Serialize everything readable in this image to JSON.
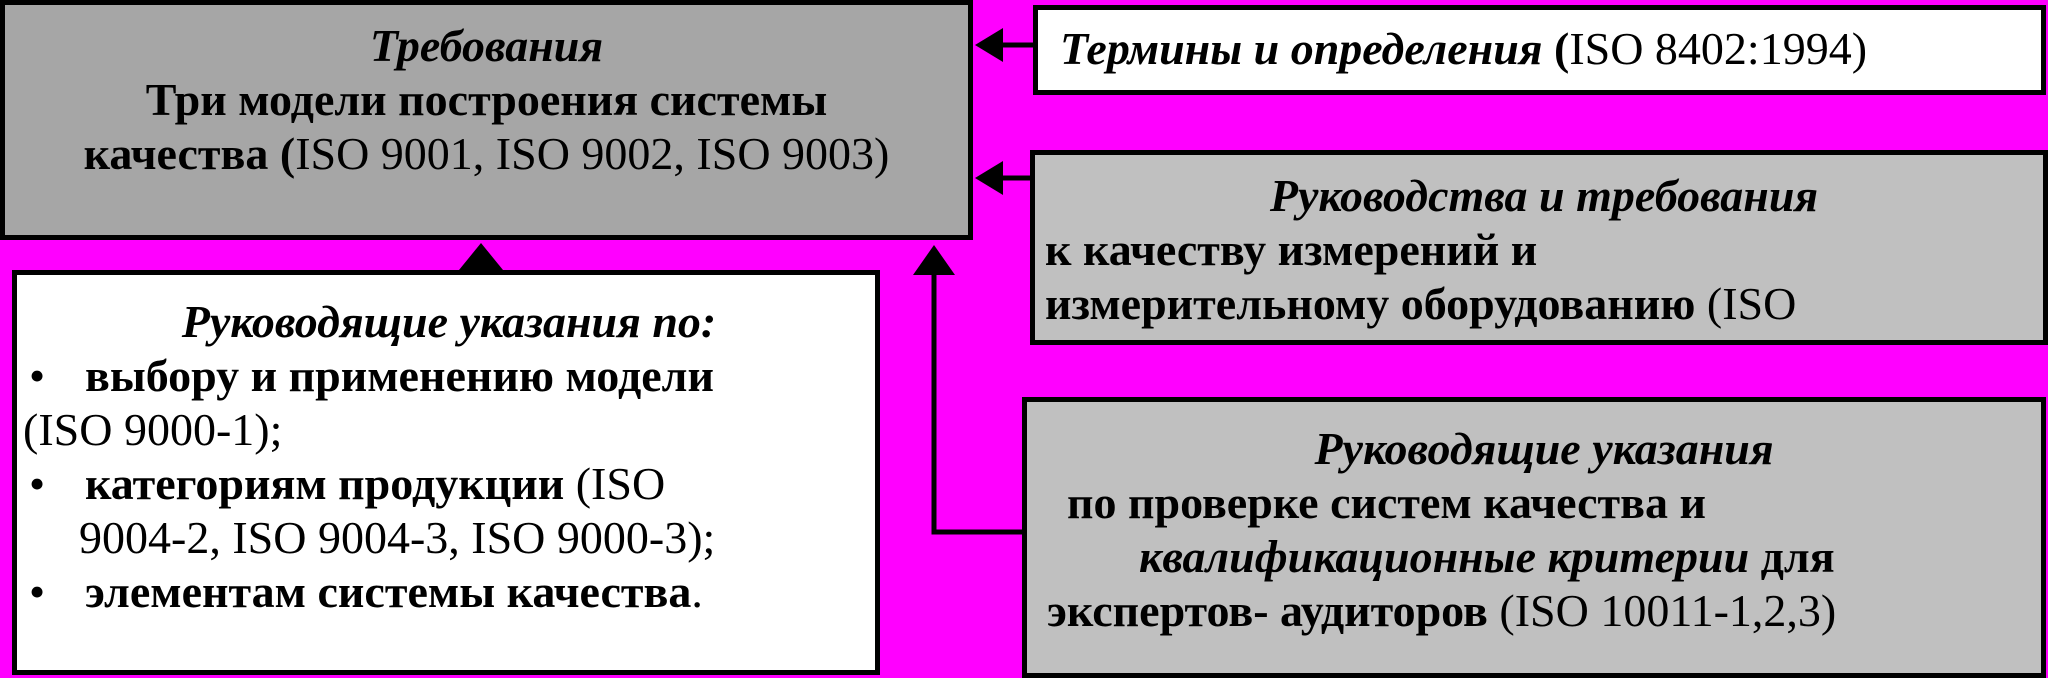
{
  "main_box": {
    "title": "Требования",
    "line1": "Три модели построения системы",
    "line2_bold": "качества (",
    "line2_normal": "ISO 9001, ISO 9002, ISO 9003)"
  },
  "terms_box": {
    "italic": "Термины и определения",
    "bold_paren": " (",
    "normal": "ISO 8402:1994)"
  },
  "measure_box": {
    "title": "Руководства и требования",
    "line1": "к качеству измерений и",
    "line2_bold": "измерительному оборудованию ",
    "line2_normal": "(ISO"
  },
  "guidance_box": {
    "title": "Руководящие указания по:",
    "bullet": "•",
    "item1_bold": "выбору и применению модели",
    "item1_normal": "(ISO 9000-1);",
    "item2_bold": "категориям продукции ",
    "item2_normal_a": "(ISO",
    "item2_normal_b": "9004-2, ISO 9004-3, ISO 9000-3);",
    "item3_bold": "элементам системы качества",
    "item3_normal": "."
  },
  "audit_box": {
    "title": "Руководящие указания",
    "line1": "по проверке систем качества и",
    "line2_italic": "квалификационные критерии",
    "line2_bold": " для",
    "line3_bold": "экспертов- аудиторов  ",
    "line3_normal": "(ISO 10011-1,2,3)"
  },
  "colors": {
    "background": "#ff00ff",
    "main_fill": "#a6a6a6",
    "side_fill": "#c0c0c0",
    "white_fill": "#ffffff",
    "stroke": "#000000"
  }
}
